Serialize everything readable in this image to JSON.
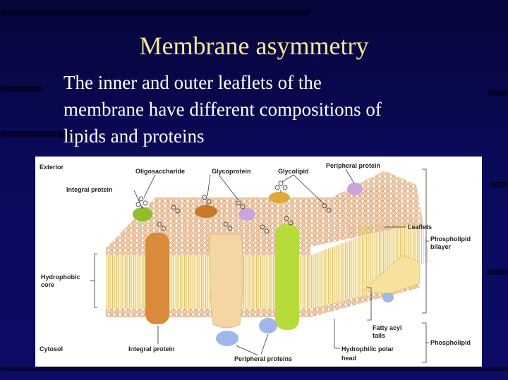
{
  "slide": {
    "title": "Membrane asymmetry",
    "subtitle_lines": [
      "The inner and outer leaflets of the",
      "membrane have different compositions of",
      "lipids and proteins"
    ]
  },
  "figure": {
    "labels": {
      "exterior": "Exterior",
      "oligosaccharide": "Oligosaccharide",
      "glycoprotein": "Glycoprotein",
      "glycolipid": "Glycolipid",
      "peripheral_protein_top": "Peripheral protein",
      "integral_protein_top": "Integral protein",
      "leaflets": "Leaflets",
      "phospholipid_bilayer_1": "Phospholipid",
      "phospholipid_bilayer_2": "bilayer",
      "hydrophobic_core_1": "Hydrophobic",
      "hydrophobic_core_2": "core",
      "fatty_acyl_tails_1": "Fatty acyl",
      "fatty_acyl_tails_2": "tails",
      "phospholipid": "Phospholipid",
      "cytosol": "Cytosol",
      "integral_protein_bottom": "Integral protein",
      "peripheral_proteins_bottom": "Peripheral proteins",
      "hydrophilic_polar_head_1": "Hydrophilic polar",
      "hydrophilic_polar_head_2": "head"
    },
    "colors": {
      "heads": "#f2c9a3",
      "tails": "#f3dd90",
      "integral_protein": "#d98a3a",
      "integral_protein_2": "#f2d29a",
      "green_protein": "#b5dc3a",
      "peripheral_protein": "#9fb8e8",
      "purple_protein": "#c9a6d8"
    }
  }
}
